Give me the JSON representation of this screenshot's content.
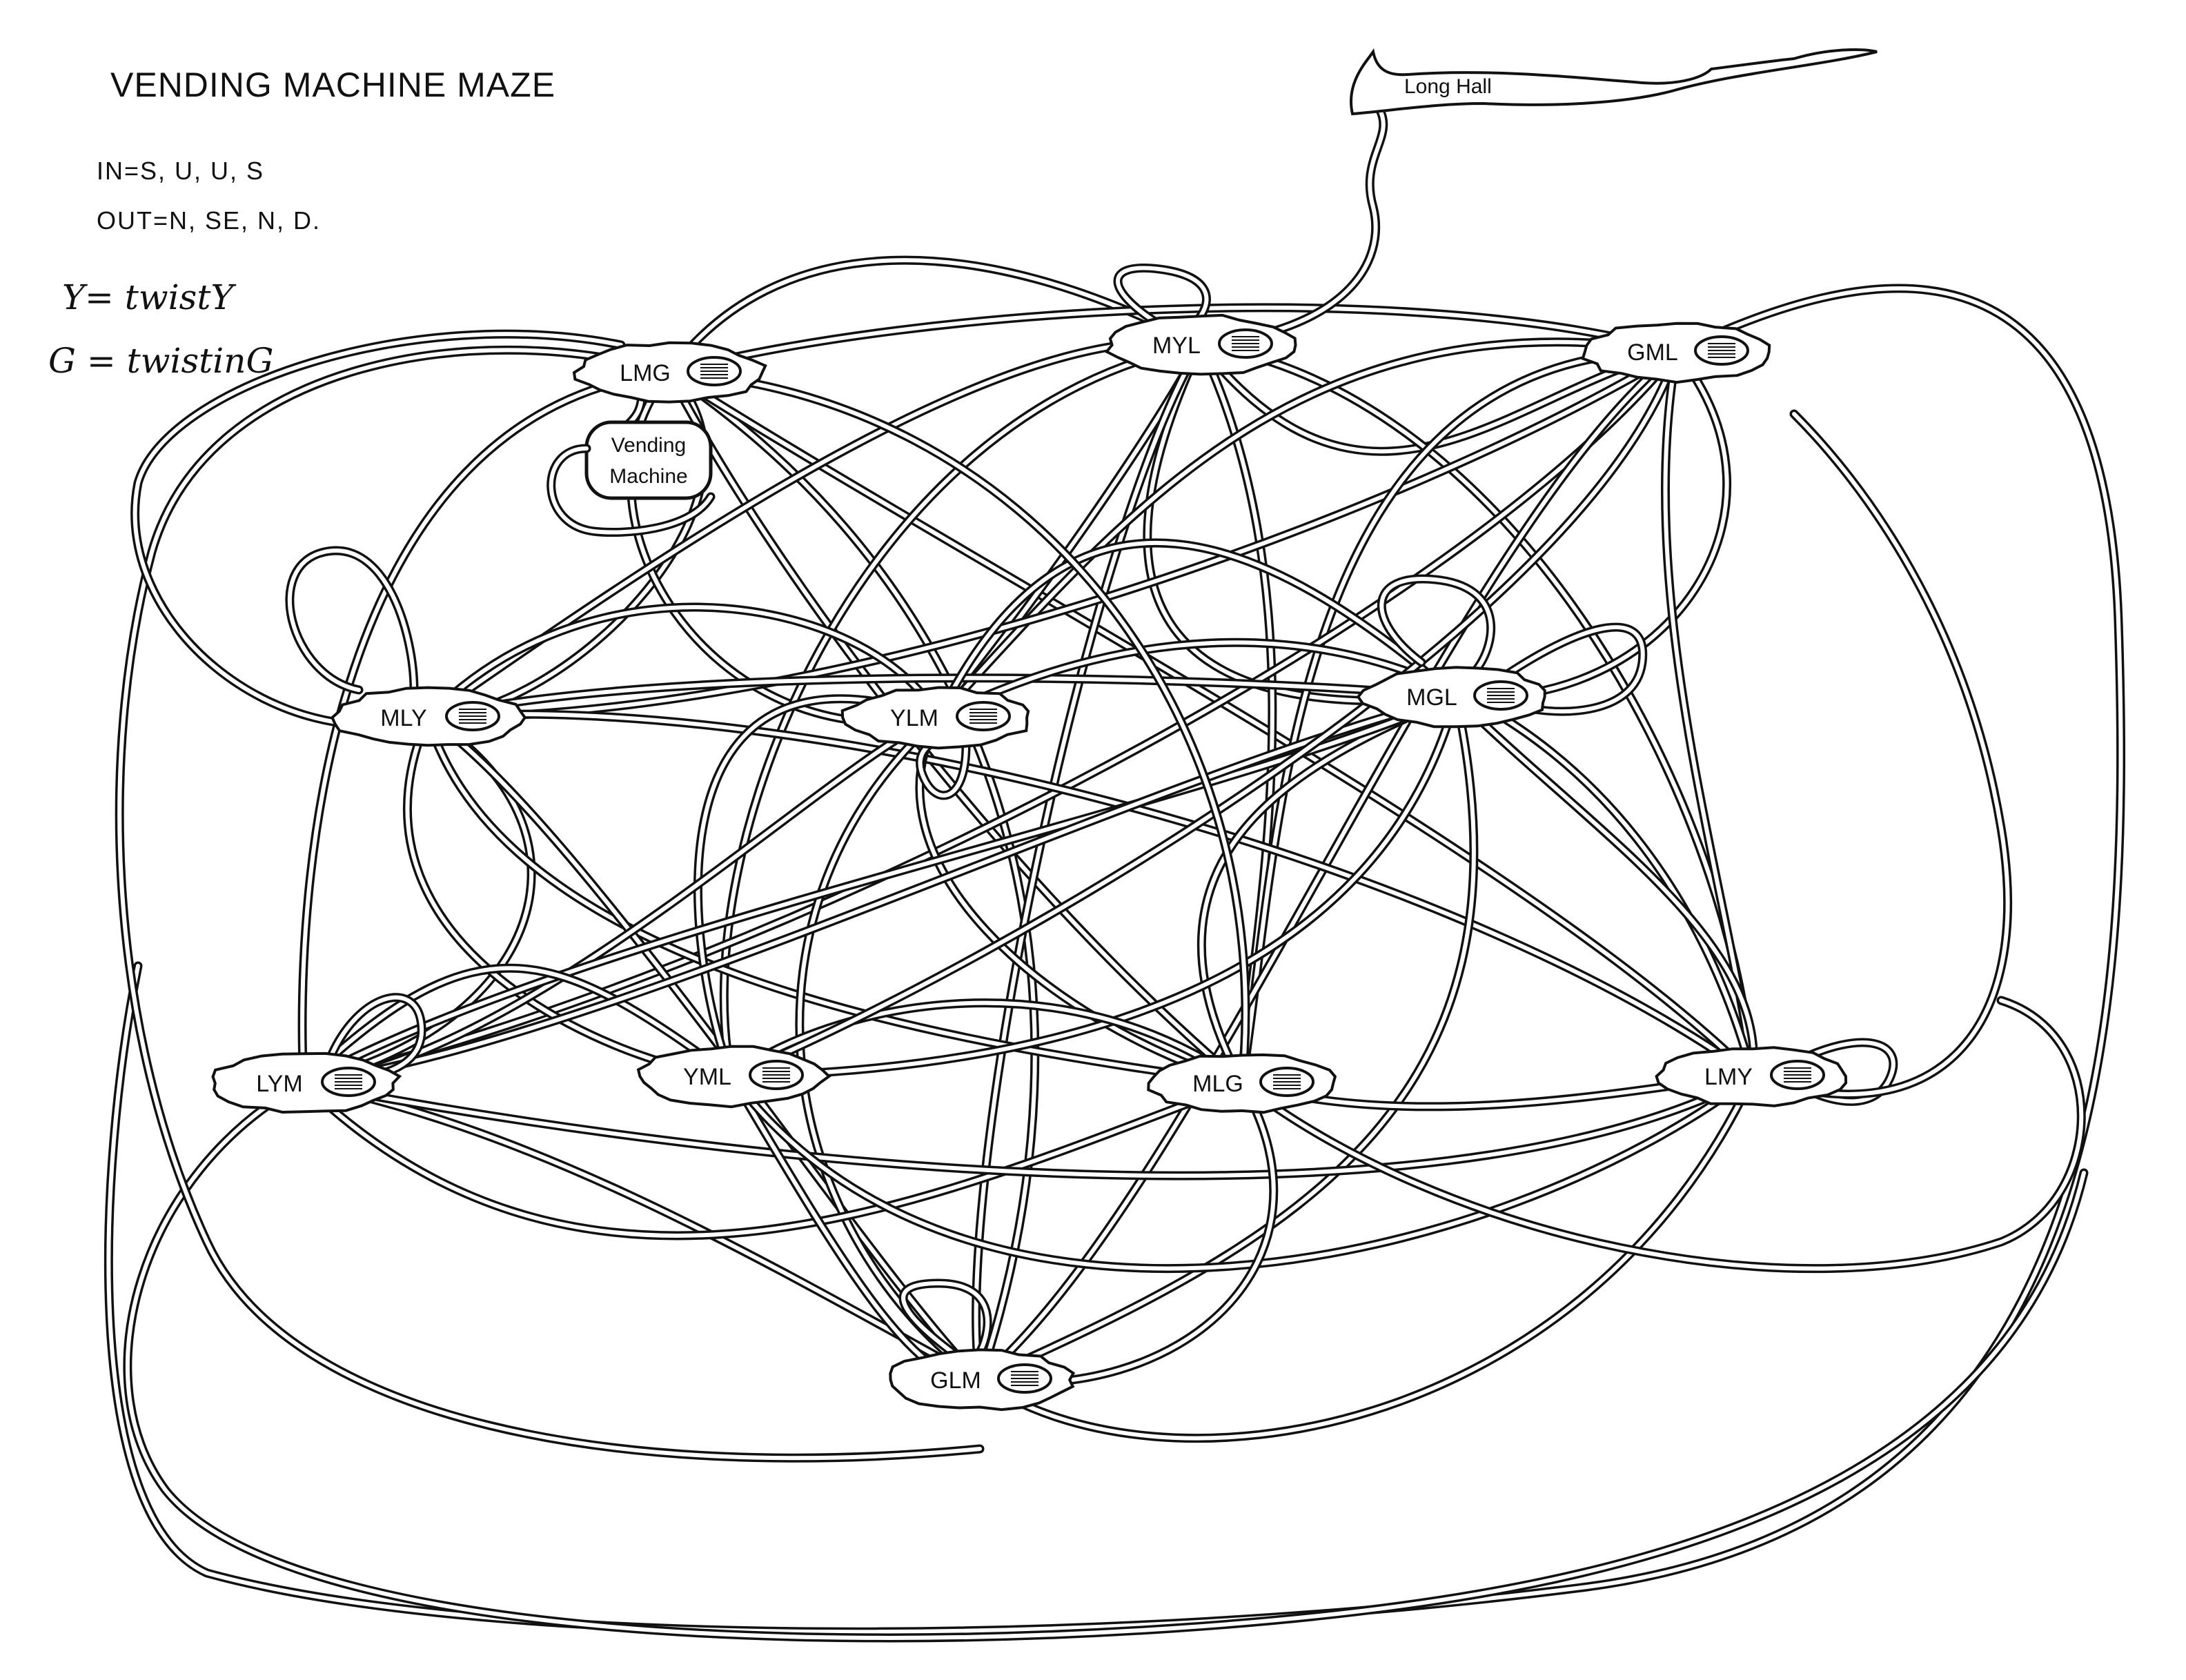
{
  "title": "VENDING MACHINE MAZE",
  "notes": {
    "in": "IN=S, U, U, S",
    "out": "OUT=N, SE, N, D."
  },
  "legend": {
    "y": "Y= twistY",
    "g": "G = twistinG"
  },
  "rooms": [
    {
      "id": "LMG",
      "label": "LMG"
    },
    {
      "id": "MYL",
      "label": "MYL"
    },
    {
      "id": "GML",
      "label": "GML"
    },
    {
      "id": "MLY",
      "label": "MLY"
    },
    {
      "id": "YLM",
      "label": "YLM"
    },
    {
      "id": "MGL",
      "label": "MGL"
    },
    {
      "id": "LYM",
      "label": "LYM"
    },
    {
      "id": "YML",
      "label": "YML"
    },
    {
      "id": "MLG",
      "label": "MLG"
    },
    {
      "id": "LMY",
      "label": "LMY"
    },
    {
      "id": "GLM",
      "label": "GLM"
    }
  ],
  "vending_machine": {
    "line1": "Vending",
    "line2": "Machine"
  },
  "long_hall": "Long Hall"
}
